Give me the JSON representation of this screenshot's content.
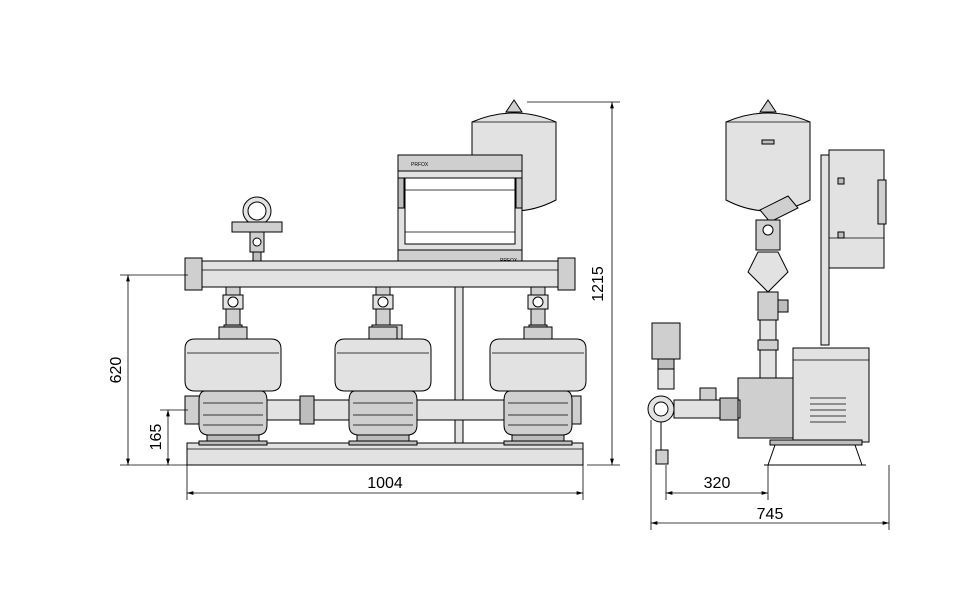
{
  "dimensions": {
    "overall_height": "1215",
    "manifold_height": "620",
    "inlet_height": "165",
    "front_width": "1004",
    "inlet_offset": "320",
    "side_depth": "745"
  },
  "labels": {
    "controller_logo_top": "PRFOX",
    "controller_logo_bottom": "PRFOX"
  }
}
